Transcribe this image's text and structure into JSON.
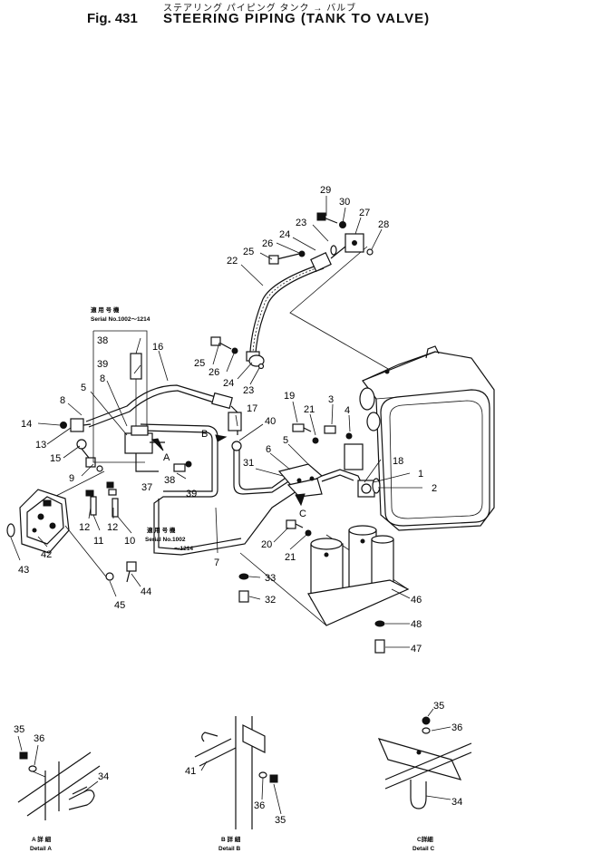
{
  "header": {
    "japanese_title": "ステアリング パイピング タンク → バルブ",
    "figure_number": "Fig. 431",
    "title": "STEERING PIPING (TANK TO VALVE)"
  },
  "serial_notes": {
    "note1_jp": "適 用 号 機",
    "note1_en": "Serial No.1002～1214",
    "note2_jp": "適 用 号 機",
    "note2_en": "Serial No.1002",
    "note2_range": "～1214"
  },
  "callouts": {
    "c29": "29",
    "c30": "30",
    "c27": "27",
    "c28": "28",
    "c23a": "23",
    "c24a": "24",
    "c26a": "26",
    "c25a": "25",
    "c22": "22",
    "c38a": "38",
    "c39a": "39",
    "c16": "16",
    "c25b": "25",
    "c26b": "26",
    "c24b": "24",
    "c23b": "23",
    "c8a": "8",
    "c5a": "5",
    "c8b": "8",
    "c14": "14",
    "c13": "13",
    "c15": "15",
    "c9": "9",
    "c17": "17",
    "c40": "40",
    "c19": "19",
    "c21a": "21",
    "c3": "3",
    "c4": "4",
    "cB": "B",
    "cA": "A",
    "c37": "37",
    "c38b": "38",
    "c39b": "39",
    "c6": "6",
    "c5b": "5",
    "c31": "31",
    "c18": "18",
    "c1": "1",
    "c2": "2",
    "cC": "C",
    "c12a": "12",
    "c11": "11",
    "c12b": "12",
    "c10": "10",
    "c42": "42",
    "c43": "43",
    "c7": "7",
    "c20": "20",
    "c21b": "21",
    "c33": "33",
    "c32": "32",
    "c44": "44",
    "c45": "45",
    "c46": "46",
    "c48": "48",
    "c47": "47",
    "dA35": "35",
    "dA36": "36",
    "dA34": "34",
    "dB41": "41",
    "dB36": "36",
    "dB35": "35",
    "dC35": "35",
    "dC36": "36",
    "dC34": "34"
  },
  "details": {
    "a_jp": "A 詳 細",
    "a_en": "Detail A",
    "b_jp": "B 詳 細",
    "b_en": "Detail B",
    "c_jp": "C詳細",
    "c_en": "Detail C"
  }
}
